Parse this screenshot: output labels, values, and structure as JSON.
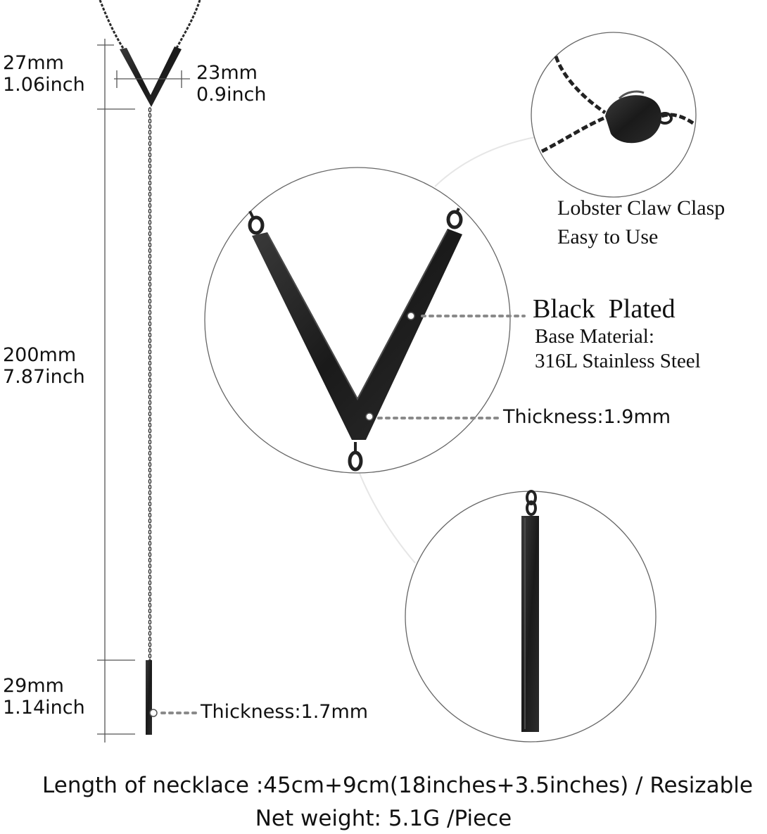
{
  "dimensions": {
    "v_height": {
      "mm": "27mm",
      "inch": "1.06inch"
    },
    "v_width": {
      "mm": "23mm",
      "inch": "0.9inch"
    },
    "drop_length": {
      "mm": "200mm",
      "inch": "7.87inch"
    },
    "bar_length": {
      "mm": "29mm",
      "inch": "1.14inch"
    }
  },
  "callouts": {
    "bar_thickness": "Thickness:1.7mm",
    "v_thickness": "Thickness:1.9mm",
    "clasp_line1": "Lobster Claw Clasp",
    "clasp_line2": "Easy to Use",
    "plating": "Black  Plated",
    "material_line1": "Base Material:",
    "material_line2": "316L Stainless Steel"
  },
  "footer": {
    "length": "Length of necklace :45cm+9cm(18inches+3.5inches) / Resizable",
    "weight": "Net weight: 5.1G /Piece"
  },
  "colors": {
    "metal": "#1e1e1e",
    "guide": "#555555",
    "dots": "#8a8a8a"
  }
}
